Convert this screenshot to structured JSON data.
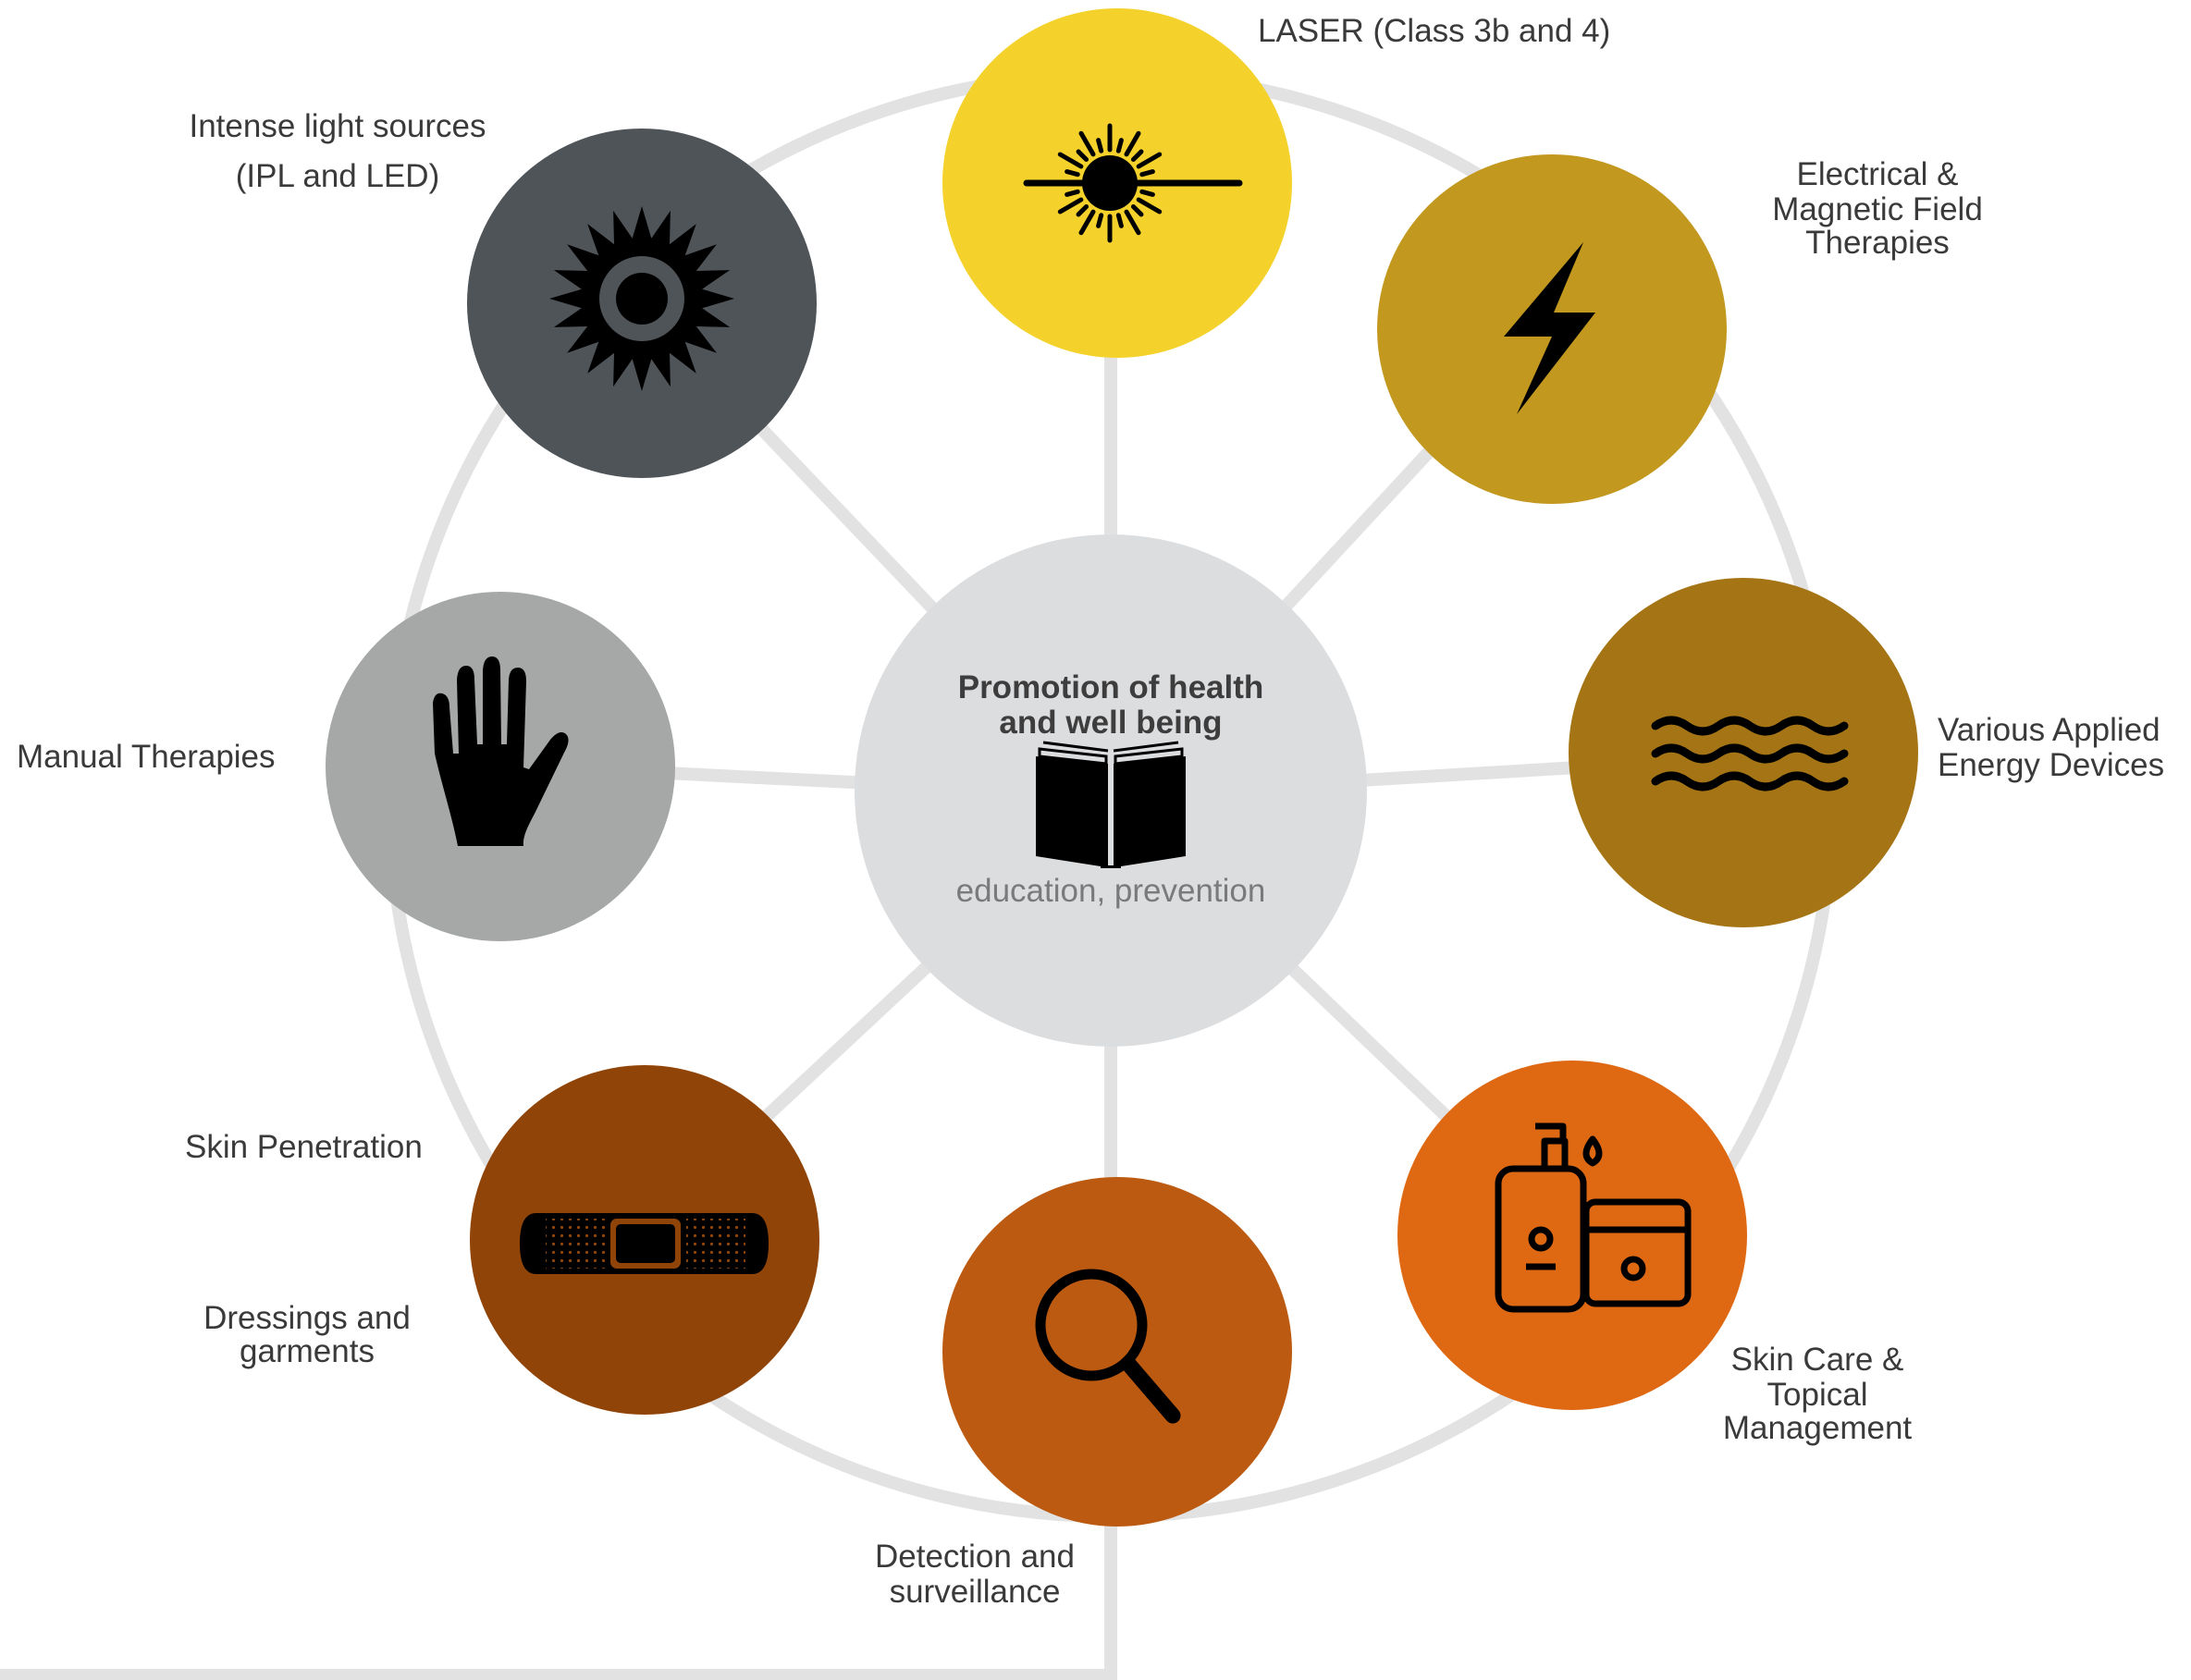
{
  "colors": {
    "connector": "#e2e2e2",
    "hub": "#dcdddf",
    "laser": "#f4d22b",
    "electrical": "#c2981f",
    "energy": "#a57415",
    "skincare": "#df6913",
    "detection": "#bb5a10",
    "dressings": "#904407",
    "manual": "#a5a8a7",
    "intense_light": "#4f5459",
    "icon": "#000000"
  },
  "hub": {
    "title_line1": "Promotion of health",
    "title_line2": "and well being",
    "subtitle": "education, prevention",
    "icon": "open-book-icon"
  },
  "nodes": {
    "laser": {
      "label": "LASER (Class 3b and 4)",
      "icon": "laser-beam-icon"
    },
    "electrical": {
      "line1": "Electrical &",
      "line2": "Magnetic Field",
      "line3": "Therapies",
      "icon": "lightning-bolt-icon"
    },
    "energy": {
      "line1": "Various Applied",
      "line2": "Energy Devices",
      "icon": "waves-icon"
    },
    "skincare": {
      "line1": "Skin Care &",
      "line2": "Topical",
      "line3": "Management",
      "icon": "lotion-bottles-icon"
    },
    "detection": {
      "line1": "Detection and",
      "line2": "surveillance",
      "icon": "magnifier-icon"
    },
    "dressings": {
      "label_top": "Skin Penetration",
      "line1": "Dressings and",
      "line2": "garments",
      "icon": "bandage-icon"
    },
    "manual": {
      "label": "Manual Therapies",
      "icon": "hand-icon"
    },
    "intense_light": {
      "line1": "Intense light sources",
      "line2": "(IPL and LED)",
      "icon": "sun-icon"
    }
  }
}
